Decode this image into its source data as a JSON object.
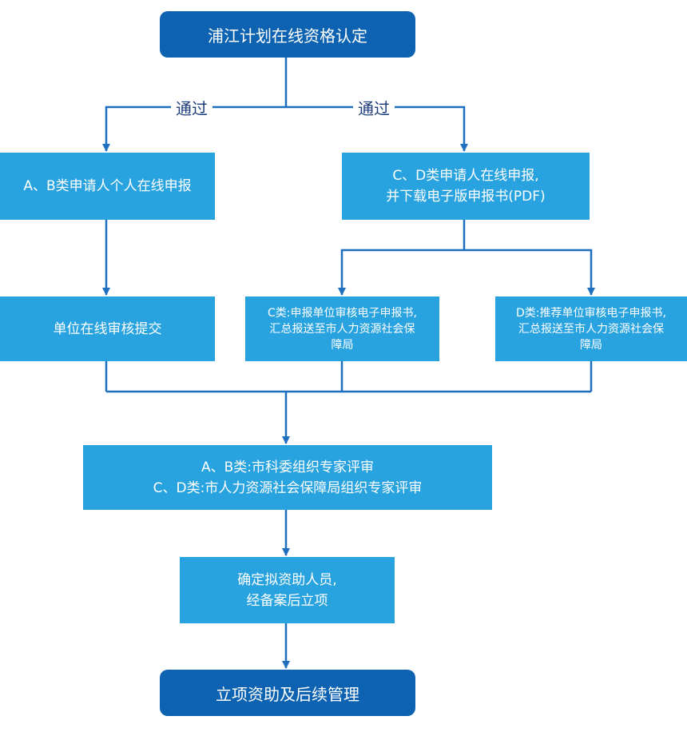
{
  "title": "浦江计划在线资格认定",
  "labels": {
    "pass_left": "通过",
    "pass_right": "通过"
  },
  "nodes": {
    "ab_apply": "A、B类申请人个人在线申报",
    "cd_apply": [
      "C、D类申请人在线申报,",
      "并下载电子版申报书(PDF)"
    ],
    "unit_review": "单位在线审核提交",
    "c_branch": [
      "C类:申报单位审核电子申报书,",
      "汇总报送至市人力资源社会保",
      "障局"
    ],
    "d_branch": [
      "D类:推荐单位审核电子申报书,",
      "汇总报送至市人力资源社会保",
      "障局"
    ],
    "expert_review": [
      "A、B类:市科委组织专家评审",
      "C、D类:市人力资源社会保障局组织专家评审"
    ],
    "confirm": [
      "确定拟资助人员,",
      "经备案后立项"
    ],
    "final": "立项资助及后续管理"
  },
  "colors": {
    "terminal": "#0d63b2",
    "process": "#29a3e0",
    "connector": "#1f6fbf",
    "label": "#1a3a7a"
  }
}
